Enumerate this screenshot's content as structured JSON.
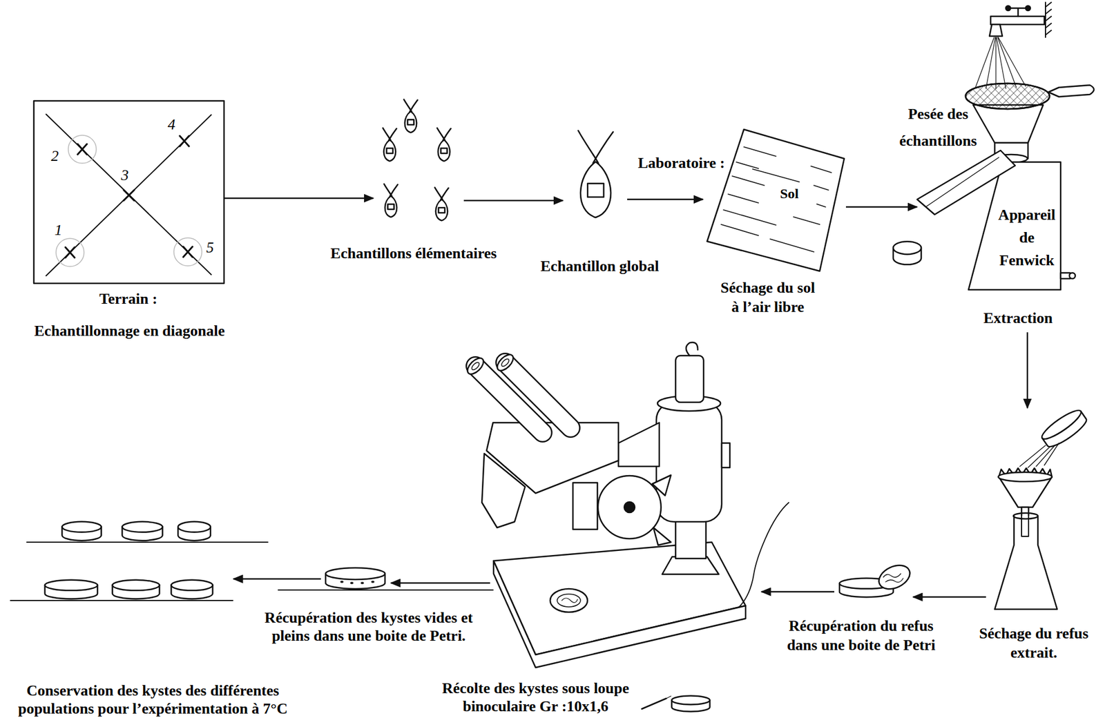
{
  "diagram": {
    "nodes": [
      {
        "text": [
          "Terrain :",
          "Echantillonnage en diagonale"
        ]
      },
      {
        "text": [
          "Echantillons élémentaires"
        ]
      },
      {
        "text": [
          "Echantillon global"
        ]
      },
      {
        "text": [
          "Sol",
          "Séchage du sol à l’air libre"
        ]
      },
      {
        "text": [
          "Appareil de Fenwick",
          "Extraction"
        ]
      },
      {
        "text": [
          "Séchage du refus extrait."
        ]
      },
      {
        "text": [
          "Récupération du refus dans une boite de Petri"
        ]
      },
      {
        "text": [
          "Récolte des kystes sous loupe binoculaire Gr :10x1,6"
        ]
      },
      {
        "text": [
          "Récupération des kystes vides et pleins dans une boite de Petri."
        ]
      },
      {
        "text": [
          "Conservation des kystes des différentes populations pour l’expérimentation à 7°C"
        ]
      }
    ],
    "edges": [
      {
        "from": 0,
        "to": 1,
        "arrow": "to"
      },
      {
        "from": 1,
        "to": 2,
        "arrow": "to"
      },
      {
        "from": 2,
        "to": 3,
        "label": "Laboratoire :",
        "arrow": "to"
      },
      {
        "from": 3,
        "to": 4,
        "arrow": "to"
      },
      {
        "from": 4,
        "to": 5,
        "arrow": "to"
      },
      {
        "from": 5,
        "to": 6,
        "arrow": "to"
      },
      {
        "from": 6,
        "to": 7,
        "arrow": "to"
      },
      {
        "from": 7,
        "to": 8,
        "arrow": "to"
      },
      {
        "from": 8,
        "to": 9,
        "arrow": "to"
      }
    ],
    "labels": [
      "1",
      "2",
      "3",
      "4",
      "5",
      "Pesée des échantillons"
    ]
  }
}
